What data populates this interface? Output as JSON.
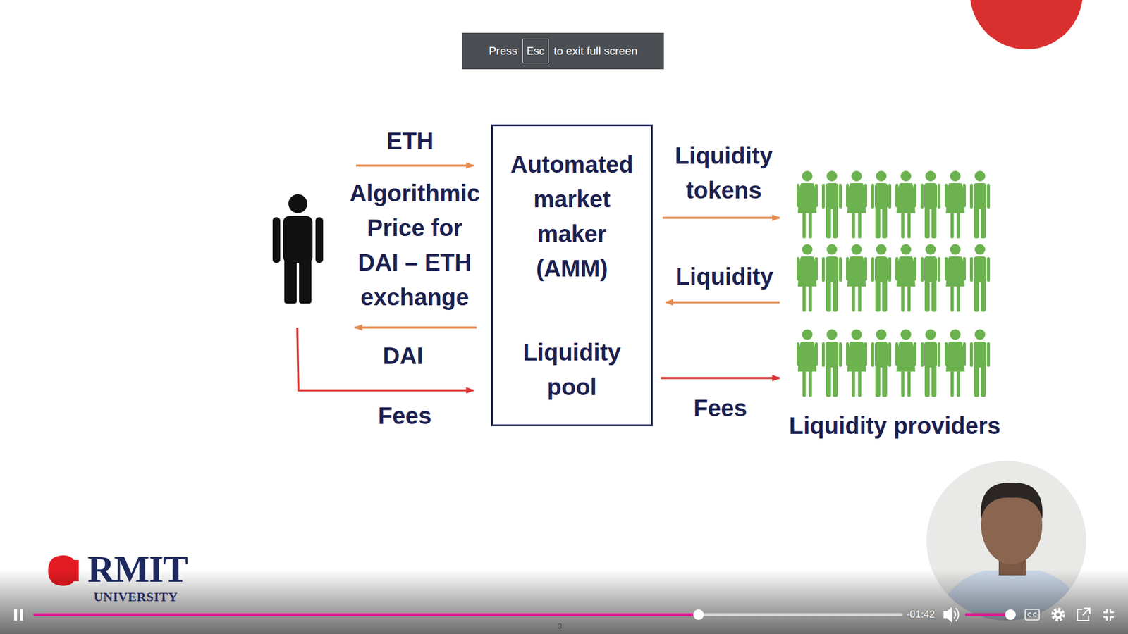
{
  "diagram": {
    "nodes": [
      {
        "text": [
          "Press",
          "to exit full screen"
        ]
      },
      {
        "text": [
          "Esc"
        ],
        "in": 0
      },
      {
        "text": [
          "Automated market maker (AMM)",
          "Liquidity pool"
        ]
      },
      {
        "text": [
          "Liquidity providers"
        ]
      }
    ],
    "edges": [
      {
        "from": 2,
        "to": 3,
        "label": "Liquidity tokens",
        "arrow": "to"
      },
      {
        "from": 3,
        "to": 2,
        "label": "Liquidity",
        "arrow": "to"
      },
      {
        "from": 2,
        "to": 3,
        "label": "Fees",
        "arrow": "to"
      }
    ],
    "labels": [
      "ETH",
      "Algorithmic Price for DAI – ETH exchange",
      "DAI",
      "Fees",
      "RMIT",
      "UNIVERSITY",
      "-01:42",
      "3"
    ]
  }
}
